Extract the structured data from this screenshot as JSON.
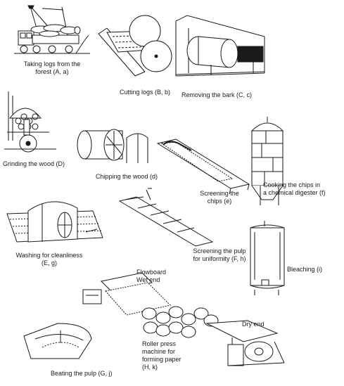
{
  "steps": [
    {
      "id": "taking-logs",
      "lines": [
        "Taking logs from the",
        "forest (A, a)"
      ]
    },
    {
      "id": "cutting-logs",
      "lines": [
        "Cutting logs (B, b)"
      ]
    },
    {
      "id": "removing-bark",
      "lines": [
        "Removing the bark (C, c)"
      ]
    },
    {
      "id": "grinding",
      "lines": [
        "Grinding the wood (D)"
      ]
    },
    {
      "id": "chipping",
      "lines": [
        "Chipping the wood (d)"
      ]
    },
    {
      "id": "screening-chips",
      "lines": [
        "Screening the",
        "chips (e)"
      ]
    },
    {
      "id": "cooking",
      "lines": [
        "Cooking the chips in",
        "a chemical digester (f)"
      ]
    },
    {
      "id": "washing",
      "lines": [
        "Washing for cleanliness",
        "(E, g)"
      ]
    },
    {
      "id": "screening-pulp",
      "lines": [
        "Screening the pulp",
        "for uniformity (F, h)"
      ]
    },
    {
      "id": "bleaching",
      "lines": [
        "Bleaching (i)"
      ]
    },
    {
      "id": "flowboard",
      "lines": [
        "Flowboard",
        "Wet end"
      ]
    },
    {
      "id": "dry-end",
      "lines": [
        "Dry end"
      ]
    },
    {
      "id": "roller-press",
      "lines": [
        "Roller press",
        "machine for",
        "forming paper",
        "(H, k)"
      ]
    },
    {
      "id": "beating",
      "lines": [
        "Beating the pulp (G, j)"
      ]
    }
  ],
  "colors": {
    "ink": "#1a1a1a",
    "paper": "#ffffff"
  }
}
